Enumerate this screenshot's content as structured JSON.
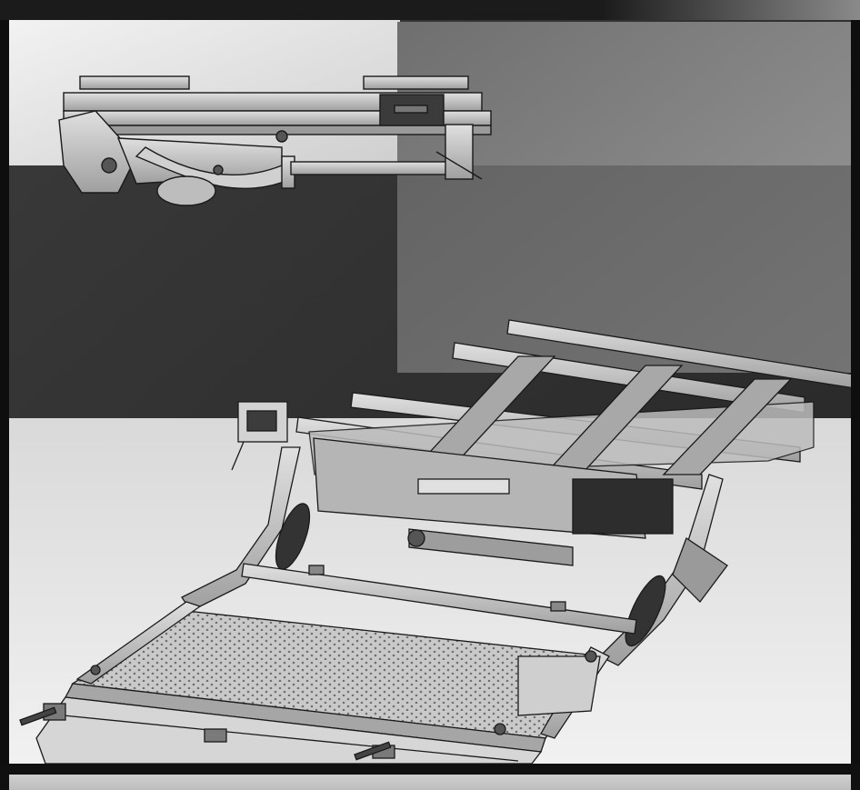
{
  "image": {
    "subject": "wheelchair lift",
    "views": [
      {
        "id": "side-view",
        "label": ""
      },
      {
        "id": "isometric-view",
        "label": ""
      }
    ]
  },
  "colors": {
    "frame": "#0e0e0e",
    "panel_dark": "#2e2e2e",
    "panel_light": "#e9e9e9",
    "metal": "#c8c8c8",
    "metal_dark": "#6b6b6b",
    "outline": "#1a1a1a"
  },
  "icons": [
    "motor-housing-icon",
    "control-box-icon"
  ]
}
